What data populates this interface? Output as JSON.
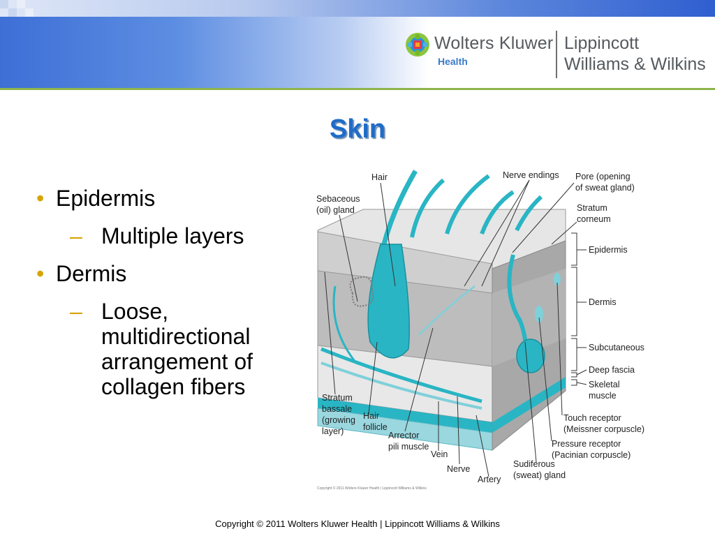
{
  "header": {
    "brand_name": "Wolters Kluwer",
    "brand_division": "Health",
    "publisher_line1": "Lippincott",
    "publisher_line2": "Williams & Wilkins"
  },
  "slide": {
    "title": "Skin",
    "bullets": [
      {
        "text": "Epidermis",
        "sub": [
          "Multiple layers"
        ]
      },
      {
        "text": "Dermis",
        "sub": [
          "Loose,",
          "multidirectional",
          "arrangement of",
          "collagen fibers"
        ]
      }
    ]
  },
  "figure": {
    "labels": {
      "hair": "Hair",
      "sebaceous_1": "Sebaceous",
      "sebaceous_2": "(oil) gland",
      "nerve_endings": "Nerve endings",
      "pore_1": "Pore (opening",
      "pore_2": "of sweat gland)",
      "stratum_corneum_1": "Stratum",
      "stratum_corneum_2": "corneum",
      "epidermis": "Epidermis",
      "dermis": "Dermis",
      "subcutaneous": "Subcutaneous",
      "deep_fascia": "Deep fascia",
      "skeletal_1": "Skeletal",
      "skeletal_2": "muscle",
      "touch_1": "Touch receptor",
      "touch_2": "(Meissner corpuscle)",
      "pressure_1": "Pressure receptor",
      "pressure_2": "(Pacinian corpuscle)",
      "sudiferous_1": "Sudiferous",
      "sudiferous_2": "(sweat) gland",
      "artery": "Artery",
      "nerve": "Nerve",
      "vein": "Vein",
      "arrector_1": "Arrector",
      "arrector_2": "pili muscle",
      "hair_follicle_1": "Hair",
      "hair_follicle_2": "follicle",
      "stratum_bassale_1": "Stratum",
      "stratum_bassale_2": "bassale",
      "stratum_bassale_3": "(growing",
      "stratum_bassale_4": "layer)"
    },
    "caption": "Copyright © 2011 Wolters Kluwer Health | Lippincott Williams & Wilkins"
  },
  "footer": {
    "copyright": "Copyright © 2011 Wolters Kluwer Health | Lippincott Williams & Wilkins"
  },
  "colors": {
    "title": "#1f6cc8",
    "bullet": "#d6a400",
    "rule": "#8eb54a",
    "tissue_accent": "#29b5c4"
  }
}
